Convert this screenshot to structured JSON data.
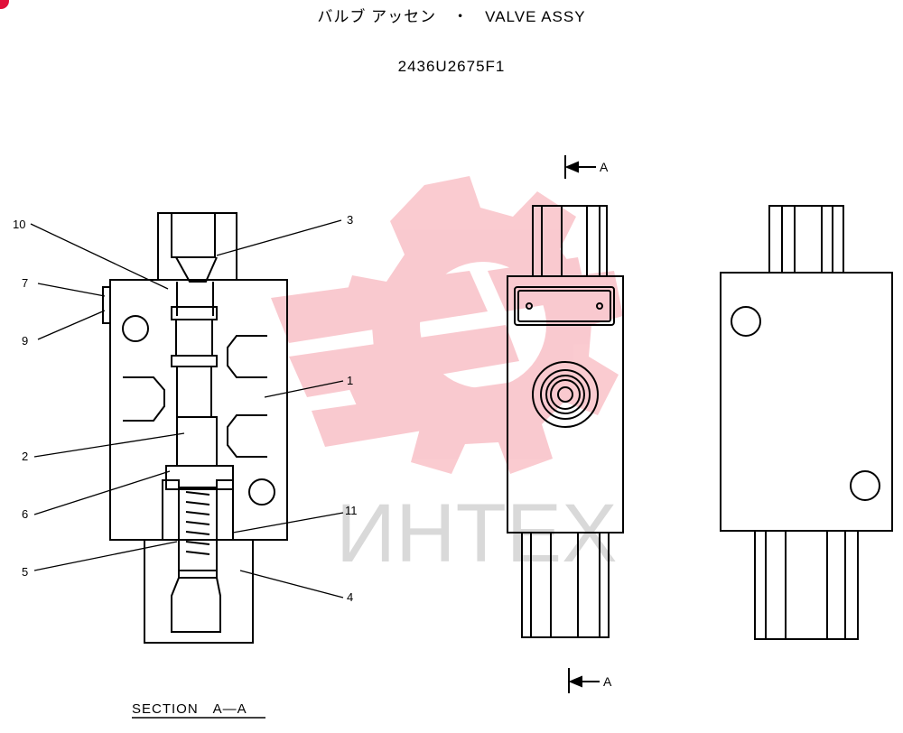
{
  "header": {
    "title": "バルブ アッセン　・　VALVE ASSY",
    "part_number": "2436U2675F1"
  },
  "callouts": {
    "c1": "1",
    "c2": "2",
    "c3": "3",
    "c4": "4",
    "c5": "5",
    "c6": "6",
    "c7": "7",
    "c9": "9",
    "c10": "10",
    "c11": "11"
  },
  "section_label": "SECTION　A—A",
  "section_arrow_top": "A",
  "section_arrow_bottom": "A",
  "watermark": {
    "text": "ИНТЕХ",
    "color": "#e8102a"
  }
}
